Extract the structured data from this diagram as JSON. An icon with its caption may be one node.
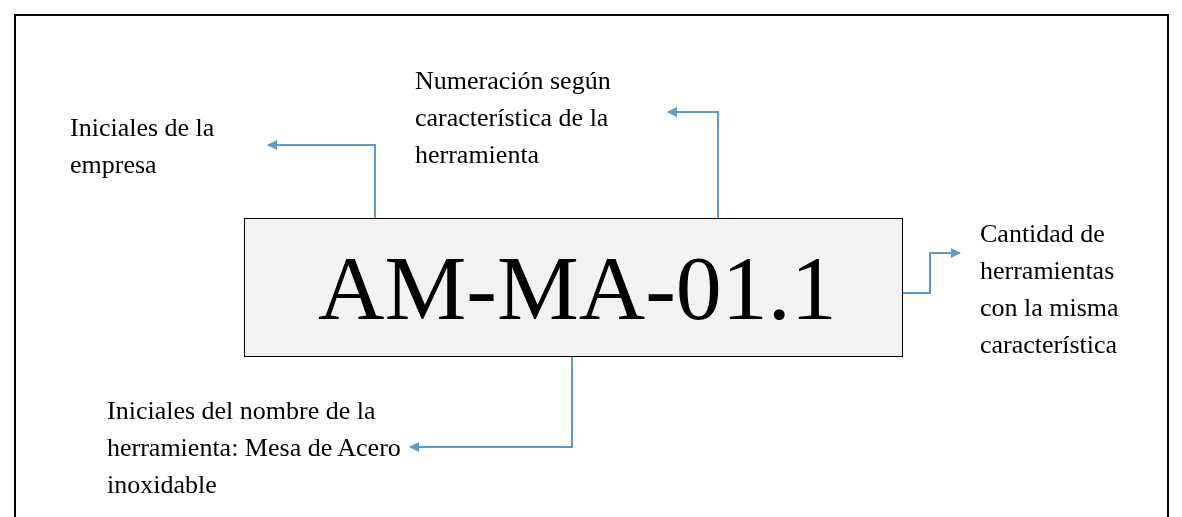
{
  "diagram": {
    "nodes": [
      {
        "text": [
          "AM-MA-01.1"
        ]
      },
      {
        "text": [
          "Iniciales de la empresa"
        ]
      },
      {
        "text": [
          "Numeración según característica de la herramienta"
        ]
      },
      {
        "text": [
          "Cantidad de herramientas con la misma característica"
        ]
      },
      {
        "text": [
          "Iniciales del nombre de la herramienta: Mesa de Acero inoxidable"
        ]
      }
    ],
    "edges": [
      {
        "from": 0,
        "to": 1,
        "arrow": "to"
      },
      {
        "from": 0,
        "to": 2,
        "arrow": "to"
      },
      {
        "from": 0,
        "to": 3,
        "arrow": "to"
      },
      {
        "from": 0,
        "to": 4,
        "arrow": "to"
      }
    ]
  }
}
